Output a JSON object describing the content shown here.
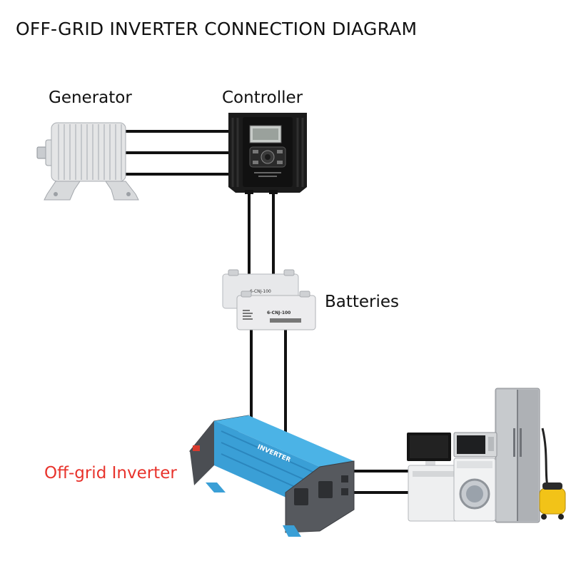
{
  "title": "OFF-GRID INVERTER CONNECTION DIAGRAM",
  "labels": {
    "generator": "Generator",
    "controller": "Controller",
    "batteries": "Batteries",
    "inverter": "Off-grid Inverter"
  },
  "battery_text": {
    "back_model": "6-CNJ-100",
    "front_model": "6-CNJ-100"
  },
  "inverter_text": "INVERTER",
  "colors": {
    "inverter_label": "#e8332c",
    "inverter_body": "#3aa0d6",
    "wire": "#111111"
  },
  "icons": [
    "generator-icon",
    "controller-icon",
    "battery-icon",
    "inverter-icon",
    "appliances-icon"
  ]
}
